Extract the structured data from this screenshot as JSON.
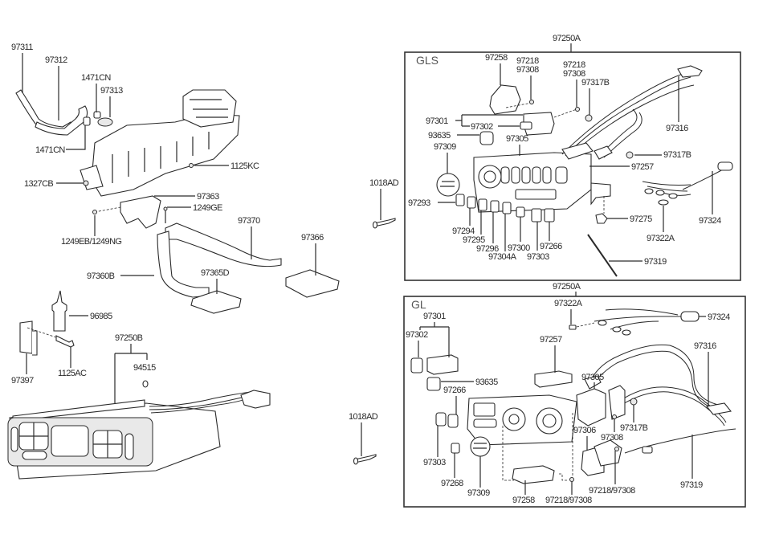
{
  "title": "Heater / A/C control parts diagram",
  "left_section": {
    "labels": {
      "97311": "97311",
      "97312": "97312",
      "1471CN_top": "1471CN",
      "97313": "97313",
      "1471CN_bottom": "1471CN",
      "1125KC": "1125KC",
      "1327CB": "1327CB",
      "97363": "97363",
      "1249GE": "1249GE",
      "1249EB_1249NG": "1249EB/1249NG",
      "97370": "97370",
      "97366": "97366",
      "97360B": "97360B",
      "97365D": "97365D",
      "96985": "96985",
      "97397": "97397",
      "1125AC": "1125AC",
      "97250B": "97250B",
      "94515": "94515",
      "1018AD_top": "1018AD",
      "1018AD_bottom": "1018AD"
    }
  },
  "gls_box": {
    "header": "97250A",
    "variant": "GLS",
    "footer": "97250A",
    "labels": {
      "97258": "97258",
      "97218_a": "97218",
      "97308_a": "97308",
      "97218_b": "97218",
      "97308_b": "97308",
      "97317B_top": "97317B",
      "97301": "97301",
      "97302": "97302",
      "97316": "97316",
      "93635": "93635",
      "97305": "97305",
      "97309": "97309",
      "97317B_mid": "97317B",
      "97257": "97257",
      "97293": "97293",
      "97275": "97275",
      "97324": "97324",
      "97294": "97294",
      "97295": "97295",
      "97322A": "97322A",
      "97296": "97296",
      "97300": "97300",
      "97266": "97266",
      "97304A": "97304A",
      "97303": "97303",
      "97319": "97319"
    }
  },
  "gl_box": {
    "variant": "GL",
    "labels": {
      "97322A": "97322A",
      "97324": "97324",
      "97301": "97301",
      "97302": "97302",
      "97257": "97257",
      "97316": "97316",
      "93635": "93635",
      "97305": "97305",
      "97266": "97266",
      "97306": "97306",
      "97317B": "97317B",
      "97308": "97308",
      "97303": "97303",
      "97319": "97319",
      "97268": "97268",
      "97218_97308_right": "97218/97308",
      "97309": "97309",
      "97258": "97258",
      "97218_97308_bottom": "97218/97308"
    }
  }
}
